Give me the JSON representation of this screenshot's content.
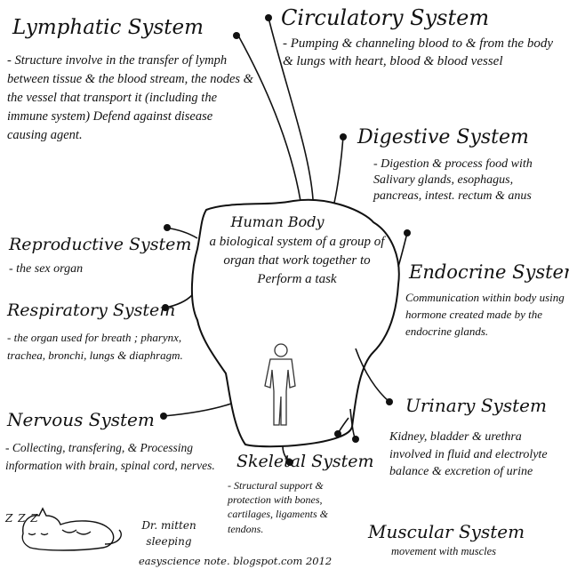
{
  "center": {
    "title": "Human Body",
    "description": "a biological system of a group of organ that work together to Perform a task"
  },
  "systems": [
    {
      "title": "Lymphatic System",
      "description": "- Structure involve in the transfer of lymph between tissue & the blood stream, the nodes & the vessel that transport it (including the immune system) Defend against disease causing agent."
    },
    {
      "title": "Circulatory System",
      "description": "- Pumping & channeling blood to & from the body & lungs with heart, blood & blood vessel"
    },
    {
      "title": "Digestive System",
      "description": "- Digestion & process food with Salivary glands, esophagus, pancreas, intest. rectum & anus"
    },
    {
      "title": "Reproductive System",
      "description": "- the sex organ"
    },
    {
      "title": "Endocrine System",
      "description": "Communication within body using hormone created made by the endocrine glands."
    },
    {
      "title": "Respiratory System",
      "description": "- the organ used for breath ; pharynx, trachea, bronchi, lungs & diaphragm."
    },
    {
      "title": "Nervous System",
      "description": "- Collecting, transfering, & Processing information with brain, spinal cord, nerves."
    },
    {
      "title": "Urinary System",
      "description": "Kidney, bladder & urethra involved in fluid and electrolyte balance & excretion of urine"
    },
    {
      "title": "Skeletal System",
      "description": "- Structural support & protection with bones, cartilages, ligaments & tendons."
    },
    {
      "title": "Muscular System",
      "description": "movement with muscles"
    }
  ],
  "doodle": {
    "zzz": "Z Z Z",
    "caption": "Dr. mitten sleeping"
  },
  "footer": {
    "credit": "easyscience note. blogspot.com 2012"
  }
}
